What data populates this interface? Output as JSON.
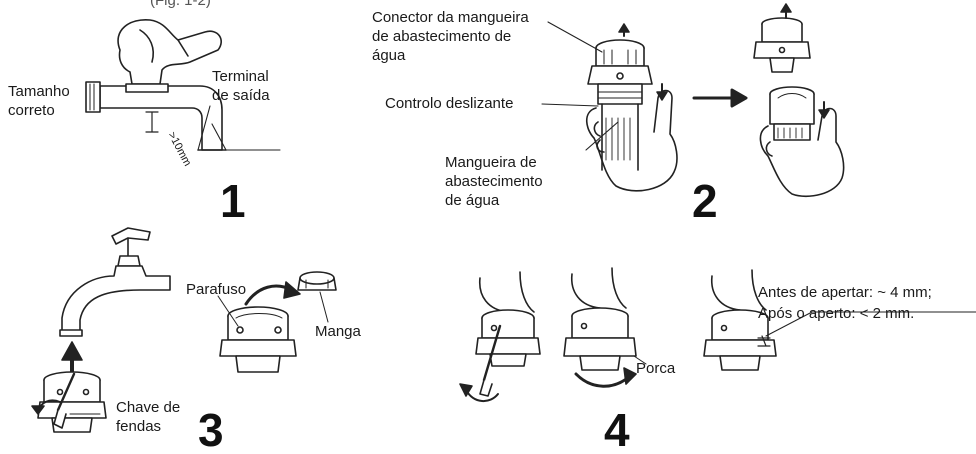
{
  "header_fragment": "(Fig. 1-2)",
  "panel1": {
    "label_size": "Tamanho\ncorreto",
    "label_outlet": "Terminal\nde saída",
    "dimension": ">10mm",
    "step": "1"
  },
  "panel2": {
    "label_connector": "Conector da mangueira\nde abastecimento de\nágua",
    "label_slider": "Controlo deslizante",
    "label_hose": "Mangueira de\nabastecimento\nde água",
    "step": "2"
  },
  "panel3": {
    "label_screw": "Parafuso",
    "label_sleeve": "Manga",
    "label_screwdriver": "Chave de\nfendas",
    "step": "3"
  },
  "panel4": {
    "label_before": "Antes de apertar: ~ 4 mm;",
    "label_after": "Após o aperto: < 2 mm.",
    "label_nut": "Porca",
    "step": "4"
  }
}
